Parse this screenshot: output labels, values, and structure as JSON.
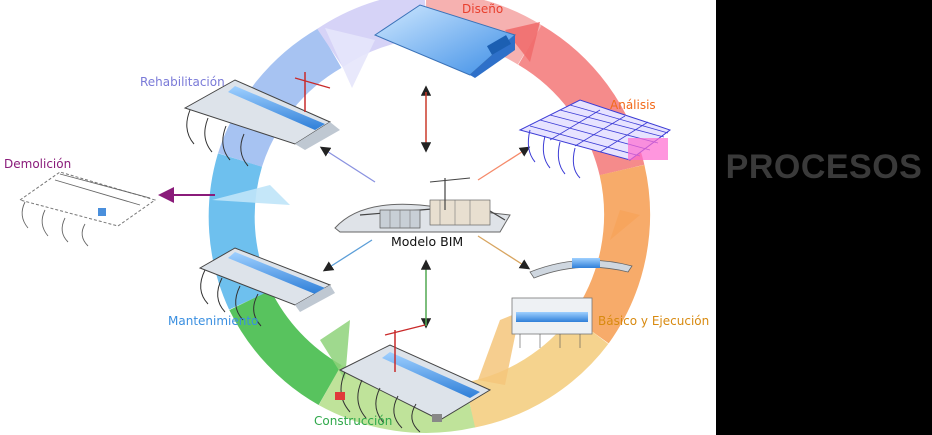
{
  "side_panel": {
    "title": "PROCESOS"
  },
  "center": {
    "label": "Modelo BIM"
  },
  "stages": [
    {
      "id": "diseno",
      "label": "Diseño",
      "color": "#e8402e"
    },
    {
      "id": "analisis",
      "label": "Análisis",
      "color": "#f26a1b"
    },
    {
      "id": "basico",
      "label": "Básico y Ejecución",
      "color": "#d88a10"
    },
    {
      "id": "construccion",
      "label": "Construcción",
      "color": "#2fa84a"
    },
    {
      "id": "mantenimiento",
      "label": "Mantenimiento",
      "color": "#3a8fe0"
    },
    {
      "id": "rehabilitacion",
      "label": "Rehabilitación",
      "color": "#7a7ad8"
    },
    {
      "id": "demolicion",
      "label": "Demolición",
      "color": "#8a1b7a"
    }
  ]
}
